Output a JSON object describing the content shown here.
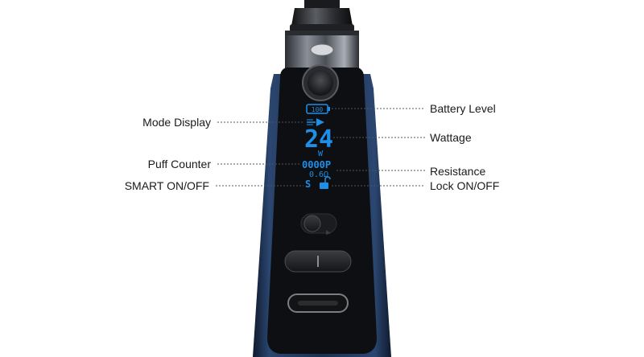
{
  "callouts": {
    "battery_level": "Battery Level",
    "mode_display": "Mode Display",
    "wattage": "Wattage",
    "puff_counter": "Puff Counter",
    "resistance": "Resistance",
    "smart_on_off": "SMART ON/OFF",
    "lock_on_off": "Lock ON/OFF"
  },
  "screen": {
    "battery_value": "100",
    "wattage_value": "24",
    "wattage_unit": "W",
    "puff_value": "0000P",
    "resistance_value": "0.6Ω",
    "smart_glyph": "S"
  },
  "colors": {
    "lcd_blue": "#1e8fe8",
    "body_navy": "#1d2d4a",
    "panel_black": "#0e0f12"
  }
}
